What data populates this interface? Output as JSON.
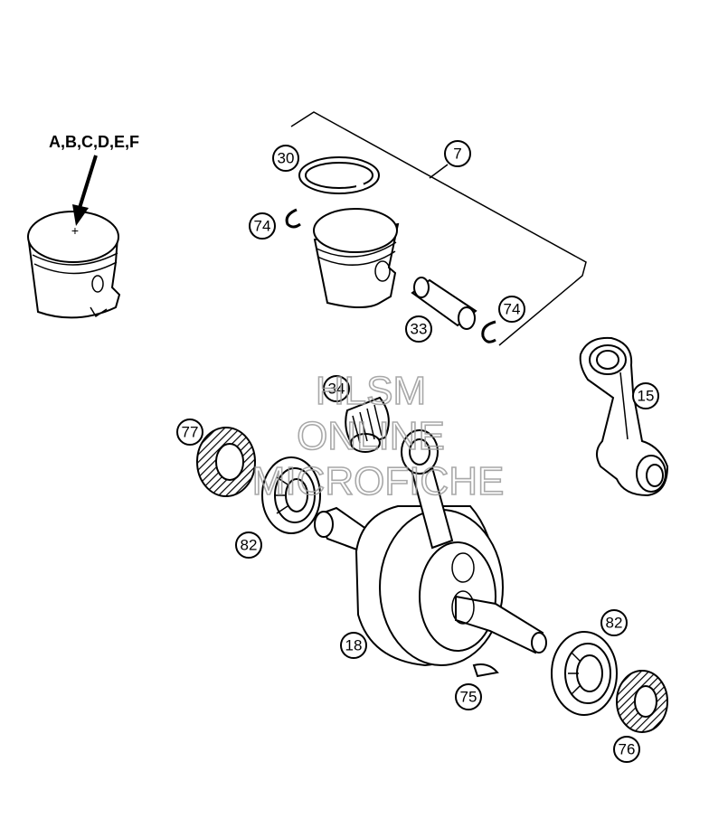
{
  "variant_label": "A,B,C,D,E,F",
  "callouts": [
    {
      "id": "c30",
      "label": "30"
    },
    {
      "id": "c7",
      "label": "7"
    },
    {
      "id": "c74a",
      "label": "74"
    },
    {
      "id": "c74b",
      "label": "74"
    },
    {
      "id": "c33",
      "label": "33"
    },
    {
      "id": "c34",
      "label": "34"
    },
    {
      "id": "c15",
      "label": "15"
    },
    {
      "id": "c77",
      "label": "77"
    },
    {
      "id": "c82a",
      "label": "82"
    },
    {
      "id": "c18",
      "label": "18"
    },
    {
      "id": "c82b",
      "label": "82"
    },
    {
      "id": "c75",
      "label": "75"
    },
    {
      "id": "c76",
      "label": "76"
    }
  ],
  "watermark": {
    "line1": "HLSM",
    "line2": "ONLINE",
    "line3": "MICROFICHE",
    "color": "#9a9a9a"
  }
}
